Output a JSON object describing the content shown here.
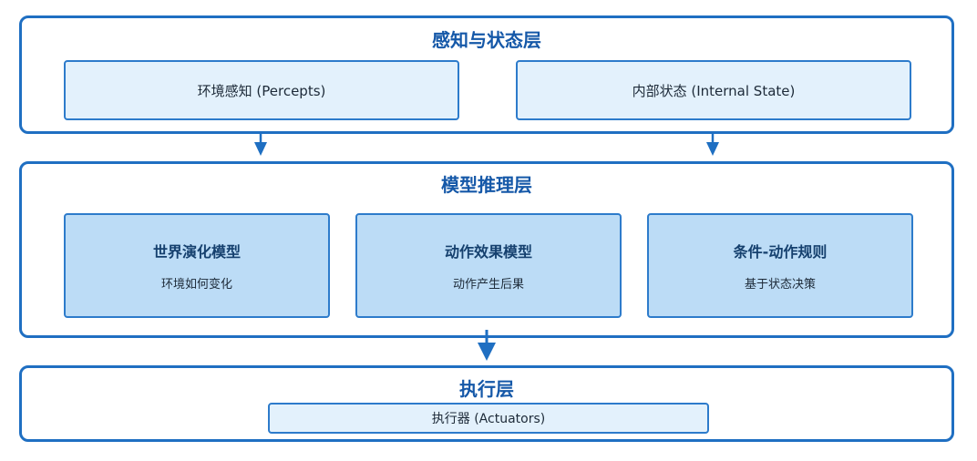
{
  "perception_layer": {
    "title": "感知与状态层",
    "percepts_label": "环境感知 (Percepts)",
    "internal_state_label": "内部状态 (Internal State)"
  },
  "reasoning_layer": {
    "title": "模型推理层",
    "models": [
      {
        "title": "世界演化模型",
        "subtitle": "环境如何变化"
      },
      {
        "title": "动作效果模型",
        "subtitle": "动作产生后果"
      },
      {
        "title": "条件-动作规则",
        "subtitle": "基于状态决策"
      }
    ]
  },
  "execution_layer": {
    "title": "执行层",
    "actuators_label": "执行器 (Actuators)"
  },
  "colors": {
    "border": "#1f6fc2",
    "title": "#1558a8",
    "light_box_fill": "#e3f1fc",
    "model_box_fill": "#bcdcf6"
  }
}
